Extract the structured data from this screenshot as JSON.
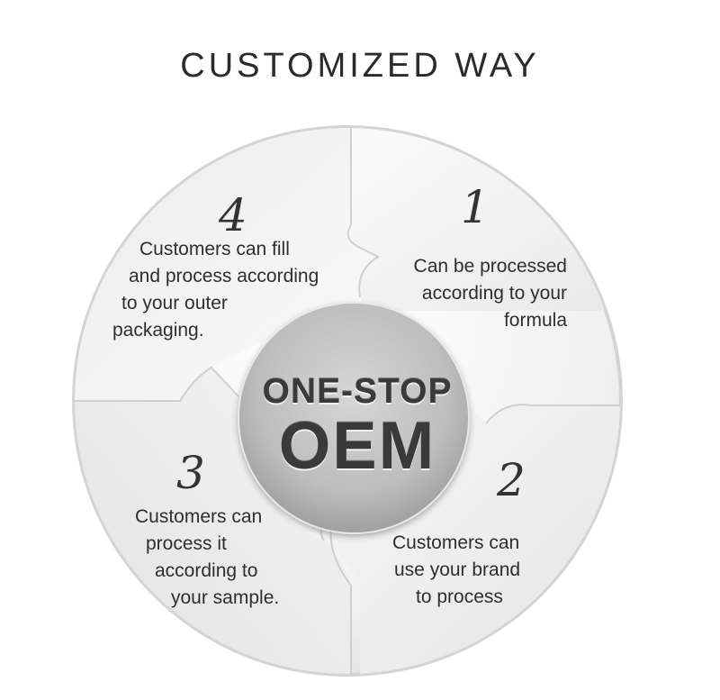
{
  "title": "CUSTOMIZED WAY",
  "hub": {
    "line1": "ONE-STOP",
    "line2": "OEM"
  },
  "steps": [
    {
      "number": "1",
      "lines": [
        "Can be processed",
        "according to your",
        "formula"
      ]
    },
    {
      "number": "2",
      "lines": [
        "Customers can",
        "use your brand",
        "to process"
      ]
    },
    {
      "number": "3",
      "lines": [
        "Customers can",
        "process it",
        "according to",
        "your sample."
      ]
    },
    {
      "number": "4",
      "lines": [
        "Customers can fill",
        "and process according",
        "to your outer",
        "packaging."
      ]
    }
  ]
}
